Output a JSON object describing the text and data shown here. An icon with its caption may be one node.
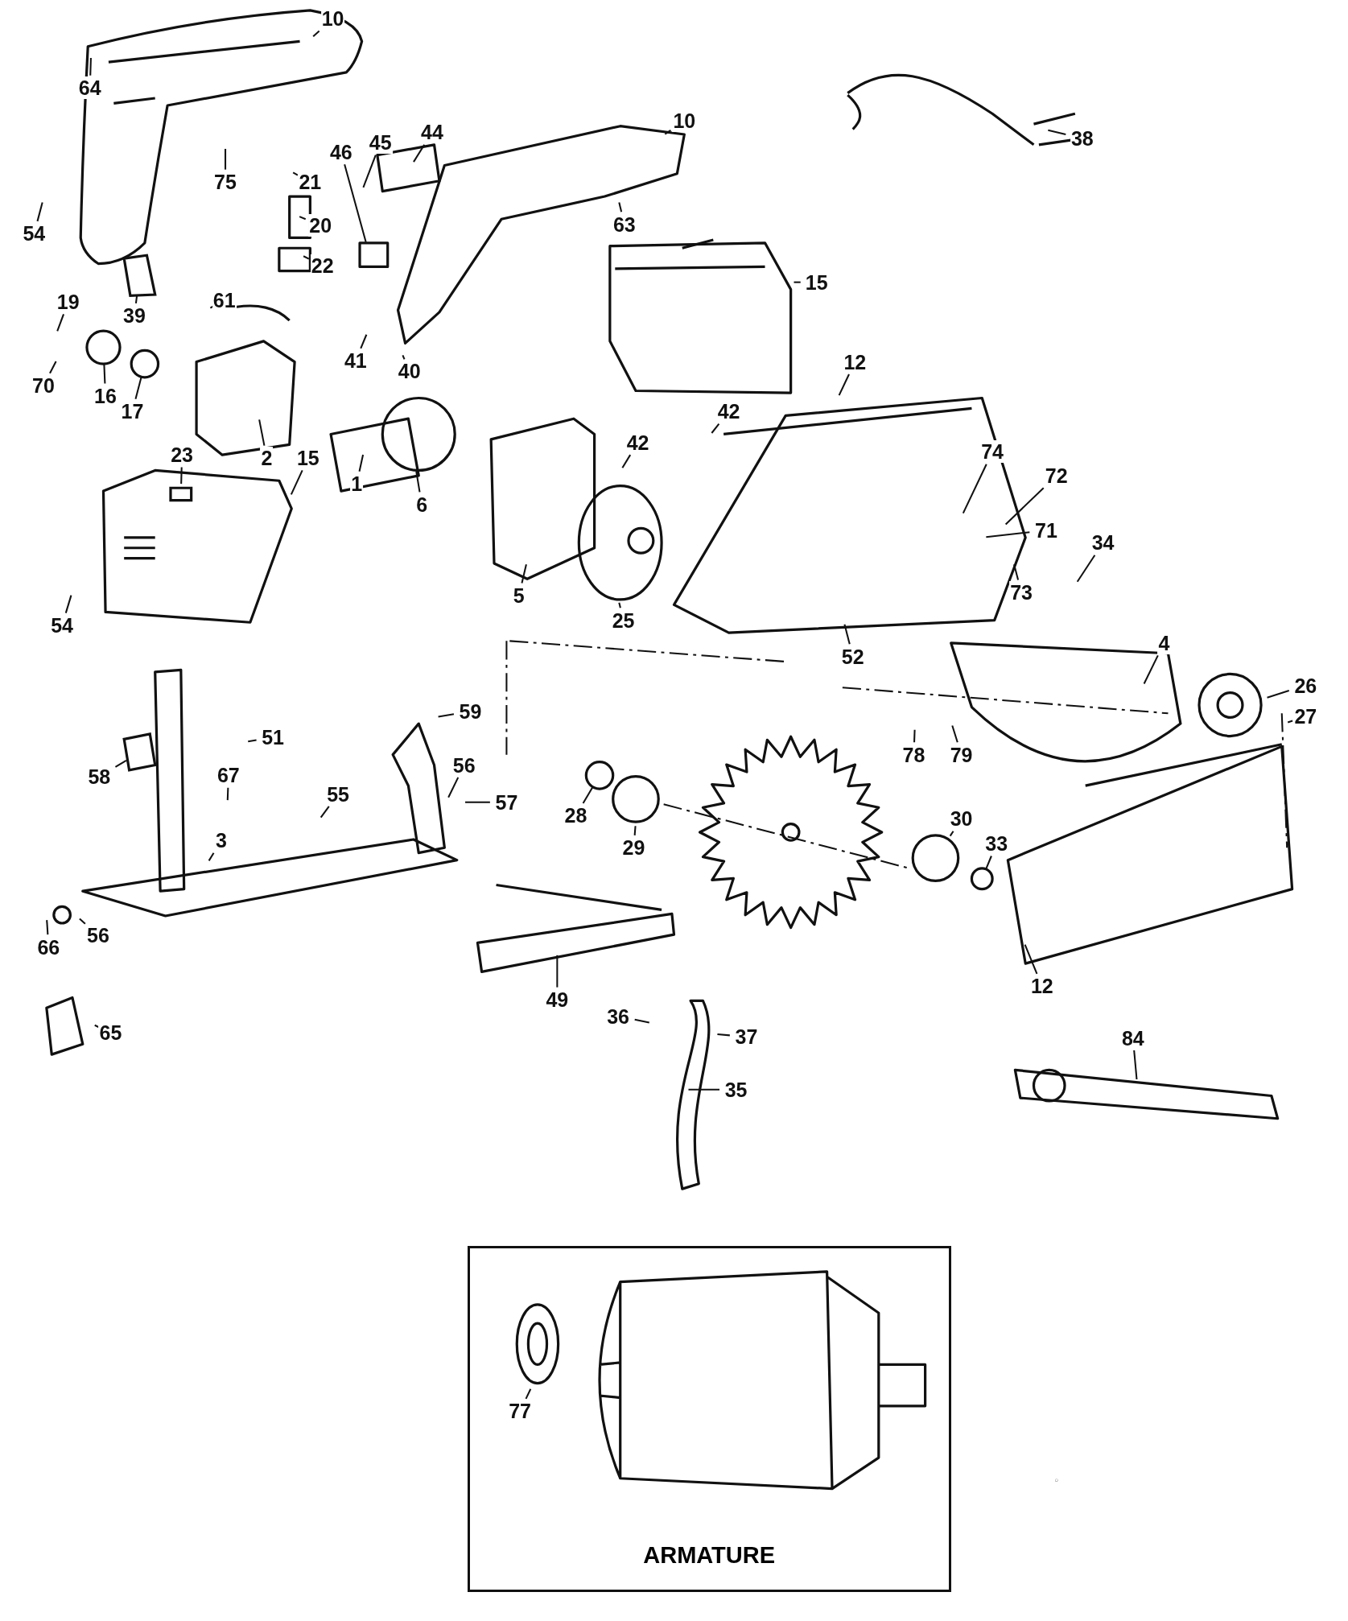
{
  "diagram": {
    "nodes": [
      {
        "text": [
          "10"
        ]
      },
      {
        "text": [
          "64"
        ]
      },
      {
        "text": [
          "38"
        ]
      },
      {
        "text": [
          "10"
        ]
      },
      {
        "text": [
          "44"
        ]
      },
      {
        "text": [
          "46"
        ]
      },
      {
        "text": [
          "45"
        ]
      },
      {
        "text": [
          "75"
        ]
      },
      {
        "text": [
          "21"
        ]
      },
      {
        "text": [
          "20"
        ]
      },
      {
        "text": [
          "22"
        ]
      },
      {
        "text": [
          "63"
        ]
      },
      {
        "text": [
          "54"
        ]
      },
      {
        "text": [
          "15"
        ]
      },
      {
        "text": [
          "39"
        ]
      },
      {
        "text": [
          "61"
        ]
      },
      {
        "text": [
          "19"
        ]
      },
      {
        "text": [
          "41"
        ]
      },
      {
        "text": [
          "40"
        ]
      },
      {
        "text": [
          "70"
        ]
      },
      {
        "text": [
          "16"
        ]
      },
      {
        "text": [
          "17"
        ]
      },
      {
        "text": [
          "12"
        ]
      },
      {
        "text": [
          "42"
        ]
      },
      {
        "text": [
          "42"
        ]
      },
      {
        "text": [
          "2"
        ]
      },
      {
        "text": [
          "23"
        ]
      },
      {
        "text": [
          "15"
        ]
      },
      {
        "text": [
          "1"
        ]
      },
      {
        "text": [
          "6"
        ]
      },
      {
        "text": [
          "74"
        ]
      },
      {
        "text": [
          "72"
        ]
      },
      {
        "text": [
          "71"
        ]
      },
      {
        "text": [
          "34"
        ]
      },
      {
        "text": [
          "73"
        ]
      },
      {
        "text": [
          "5"
        ]
      },
      {
        "text": [
          "25"
        ]
      },
      {
        "text": [
          "54"
        ]
      },
      {
        "text": [
          "52"
        ]
      },
      {
        "text": [
          "4"
        ]
      },
      {
        "text": [
          "26"
        ]
      },
      {
        "text": [
          "27"
        ]
      },
      {
        "text": [
          "59"
        ]
      },
      {
        "text": [
          "51"
        ]
      },
      {
        "text": [
          "56"
        ]
      },
      {
        "text": [
          "58"
        ]
      },
      {
        "text": [
          "67"
        ]
      },
      {
        "text": [
          "55"
        ]
      },
      {
        "text": [
          "57"
        ]
      },
      {
        "text": [
          "78"
        ]
      },
      {
        "text": [
          "79"
        ]
      },
      {
        "text": [
          "28"
        ]
      },
      {
        "text": [
          "29"
        ]
      },
      {
        "text": [
          "30"
        ]
      },
      {
        "text": [
          "33"
        ]
      },
      {
        "text": [
          "3"
        ]
      },
      {
        "text": [
          "66"
        ]
      },
      {
        "text": [
          "56"
        ]
      },
      {
        "text": [
          "12"
        ]
      },
      {
        "text": [
          "49"
        ]
      },
      {
        "text": [
          "36"
        ]
      },
      {
        "text": [
          "37"
        ]
      },
      {
        "text": [
          "65"
        ]
      },
      {
        "text": [
          "84"
        ]
      },
      {
        "text": [
          "35"
        ]
      },
      {
        "text": [
          "ARMATURE"
        ]
      },
      {
        "text": [
          "77"
        ],
        "in": 65
      },
      {
        "text": [],
        "shape": "picture"
      },
      {
        "text": [],
        "shape": "circle"
      },
      {
        "text": [],
        "shape": "circle"
      },
      {
        "text": [],
        "shape": "box"
      },
      {
        "text": [],
        "shape": "picture"
      },
      {
        "text": [],
        "shape": "circle"
      },
      {
        "text": [],
        "shape": "circle"
      }
    ],
    "edges": [
      {
        "from": 0,
        "to": null,
        "arrow": "none"
      },
      {
        "from": 1,
        "to": null,
        "arrow": "none"
      },
      {
        "from": 2,
        "to": null,
        "arrow": "none"
      },
      {
        "from": 3,
        "to": null,
        "arrow": "none"
      },
      {
        "from": 4,
        "to": null,
        "arrow": "none"
      },
      {
        "from": 5,
        "to": null,
        "arrow": "none"
      },
      {
        "from": 6,
        "to": null,
        "arrow": "none"
      },
      {
        "from": 7,
        "to": null,
        "arrow": "none"
      },
      {
        "from": 8,
        "to": null,
        "arrow": "none"
      },
      {
        "from": 9,
        "to": null,
        "arrow": "none"
      },
      {
        "from": 10,
        "to": null,
        "arrow": "none"
      },
      {
        "from": 11,
        "to": null,
        "arrow": "none"
      },
      {
        "from": 12,
        "to": null,
        "arrow": "none"
      },
      {
        "from": 13,
        "to": null,
        "arrow": "none"
      },
      {
        "from": 14,
        "to": 67,
        "arrow": "none"
      },
      {
        "from": 15,
        "to": null,
        "arrow": "none"
      },
      {
        "from": 16,
        "to": null,
        "arrow": "none"
      },
      {
        "from": 17,
        "to": null,
        "arrow": "none"
      },
      {
        "from": 18,
        "to": null,
        "arrow": "none"
      },
      {
        "from": 19,
        "to": null,
        "arrow": "none"
      },
      {
        "from": 20,
        "to": 68,
        "arrow": "none"
      },
      {
        "from": 21,
        "to": 69,
        "arrow": "none"
      },
      {
        "from": 22,
        "to": null,
        "arrow": "none"
      },
      {
        "from": 23,
        "to": null,
        "arrow": "none"
      },
      {
        "from": 24,
        "to": null,
        "arrow": "none"
      },
      {
        "from": 25,
        "to": null,
        "arrow": "none"
      },
      {
        "from": 26,
        "to": 70,
        "arrow": "none"
      },
      {
        "from": 27,
        "to": null,
        "arrow": "none"
      },
      {
        "from": 28,
        "to": null,
        "arrow": "none"
      },
      {
        "from": 29,
        "to": null,
        "arrow": "none"
      },
      {
        "from": 30,
        "to": null,
        "arrow": "none"
      },
      {
        "from": 31,
        "to": null,
        "arrow": "none"
      },
      {
        "from": 32,
        "to": null,
        "arrow": "none"
      },
      {
        "from": 33,
        "to": null,
        "arrow": "none"
      },
      {
        "from": 34,
        "to": null,
        "arrow": "none"
      },
      {
        "from": 35,
        "to": null,
        "arrow": "none"
      },
      {
        "from": 36,
        "to": null,
        "arrow": "none"
      },
      {
        "from": 37,
        "to": null,
        "arrow": "none"
      },
      {
        "from": 38,
        "to": null,
        "arrow": "none"
      },
      {
        "from": 39,
        "to": null,
        "arrow": "none"
      },
      {
        "from": 40,
        "to": null,
        "arrow": "none"
      },
      {
        "from": 41,
        "to": null,
        "arrow": "none"
      },
      {
        "from": 42,
        "to": null,
        "arrow": "none"
      },
      {
        "from": 43,
        "to": null,
        "arrow": "none"
      },
      {
        "from": 44,
        "to": null,
        "arrow": "none"
      },
      {
        "from": 45,
        "to": 71,
        "arrow": "none"
      },
      {
        "from": 46,
        "to": null,
        "arrow": "none"
      },
      {
        "from": 47,
        "to": null,
        "arrow": "none"
      },
      {
        "from": 48,
        "to": null,
        "arrow": "none"
      },
      {
        "from": 49,
        "to": null,
        "arrow": "none"
      },
      {
        "from": 50,
        "to": null,
        "arrow": "none"
      },
      {
        "from": 51,
        "to": 72,
        "arrow": "none"
      },
      {
        "from": 52,
        "to": null,
        "arrow": "none"
      },
      {
        "from": 53,
        "to": null,
        "arrow": "none"
      },
      {
        "from": 54,
        "to": 73,
        "arrow": "none"
      },
      {
        "from": 55,
        "to": null,
        "arrow": "none"
      },
      {
        "from": 56,
        "to": null,
        "arrow": "none"
      },
      {
        "from": 57,
        "to": null,
        "arrow": "none"
      },
      {
        "from": 58,
        "to": null,
        "arrow": "none"
      },
      {
        "from": 59,
        "to": null,
        "arrow": "none"
      },
      {
        "from": 60,
        "to": null,
        "arrow": "none"
      },
      {
        "from": 61,
        "to": null,
        "arrow": "none"
      },
      {
        "from": 62,
        "to": null,
        "arrow": "none"
      },
      {
        "from": 63,
        "to": null,
        "arrow": "none"
      },
      {
        "from": 64,
        "to": null,
        "arrow": "none"
      },
      {
        "from": 66,
        "to": null,
        "arrow": "none"
      }
    ]
  }
}
